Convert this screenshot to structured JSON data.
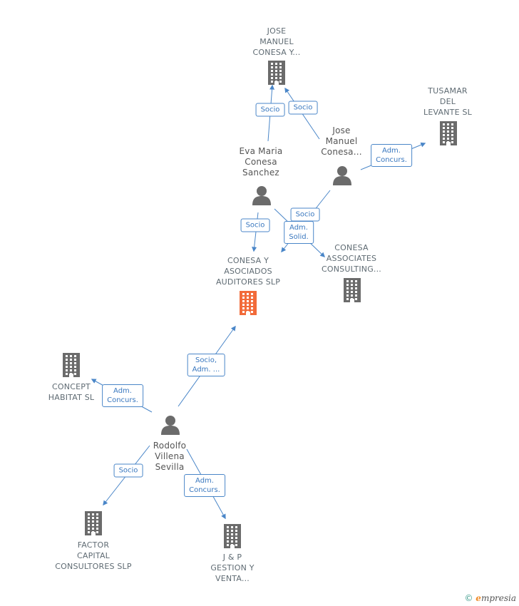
{
  "nodes": [
    {
      "id": "jose-manuel-conesa-y",
      "type": "company",
      "lines": [
        "JOSE",
        "MANUEL",
        "CONESA Y..."
      ],
      "highlight": false
    },
    {
      "id": "tusamar",
      "type": "company",
      "lines": [
        "TUSAMAR",
        "DEL",
        "LEVANTE SL"
      ],
      "highlight": false
    },
    {
      "id": "jose-manuel-conesa-person",
      "type": "person",
      "lines": [
        "Jose",
        "Manuel",
        "Conesa..."
      ]
    },
    {
      "id": "eva-maria",
      "type": "person",
      "lines": [
        "Eva Maria",
        "Conesa",
        "Sanchez"
      ]
    },
    {
      "id": "conesa-y-asociados",
      "type": "company",
      "lines": [
        "CONESA Y",
        "ASOCIADOS",
        "AUDITORES SLP"
      ],
      "highlight": true
    },
    {
      "id": "conesa-associates",
      "type": "company",
      "lines": [
        "CONESA",
        "ASSOCIATES",
        "CONSULTING..."
      ],
      "highlight": false
    },
    {
      "id": "concept-habitat",
      "type": "company",
      "lines": [
        "CONCEPT",
        "HABITAT SL"
      ],
      "highlight": false
    },
    {
      "id": "rodolfo",
      "type": "person",
      "lines": [
        "Rodolfo",
        "Villena",
        "Sevilla"
      ]
    },
    {
      "id": "factor-capital",
      "type": "company",
      "lines": [
        "FACTOR",
        "CAPITAL",
        "CONSULTORES SLP"
      ],
      "highlight": false
    },
    {
      "id": "jp-gestion",
      "type": "company",
      "lines": [
        "J & P",
        "GESTION Y",
        "VENTA..."
      ],
      "highlight": false
    }
  ],
  "edges": [
    {
      "id": "eva-socio-jose",
      "lines": [
        "Socio"
      ]
    },
    {
      "id": "josep-socio-jose",
      "lines": [
        "Socio"
      ]
    },
    {
      "id": "josep-adm-tusamar",
      "lines": [
        "Adm.",
        "Concurs."
      ]
    },
    {
      "id": "eva-socio-conesa",
      "lines": [
        "Socio"
      ]
    },
    {
      "id": "josep-socio-conesa",
      "lines": [
        "Socio"
      ]
    },
    {
      "id": "eva-adm-associates",
      "lines": [
        "Adm.",
        "Solid."
      ]
    },
    {
      "id": "rodolfo-socio-conesa",
      "lines": [
        "Socio,",
        "Adm. ..."
      ]
    },
    {
      "id": "rodolfo-adm-concept",
      "lines": [
        "Adm.",
        "Concurs."
      ]
    },
    {
      "id": "rodolfo-socio-factor",
      "lines": [
        "Socio"
      ]
    },
    {
      "id": "rodolfo-adm-jp",
      "lines": [
        "Adm.",
        "Concurs."
      ]
    }
  ],
  "colors": {
    "edge": "#4a86c8",
    "building": "#6b6b6b",
    "building_highlight": "#f26b3a",
    "person": "#6b6b6b"
  },
  "watermark": {
    "copyright": "©",
    "brand_initial": "e",
    "brand_rest": "mpresia"
  }
}
